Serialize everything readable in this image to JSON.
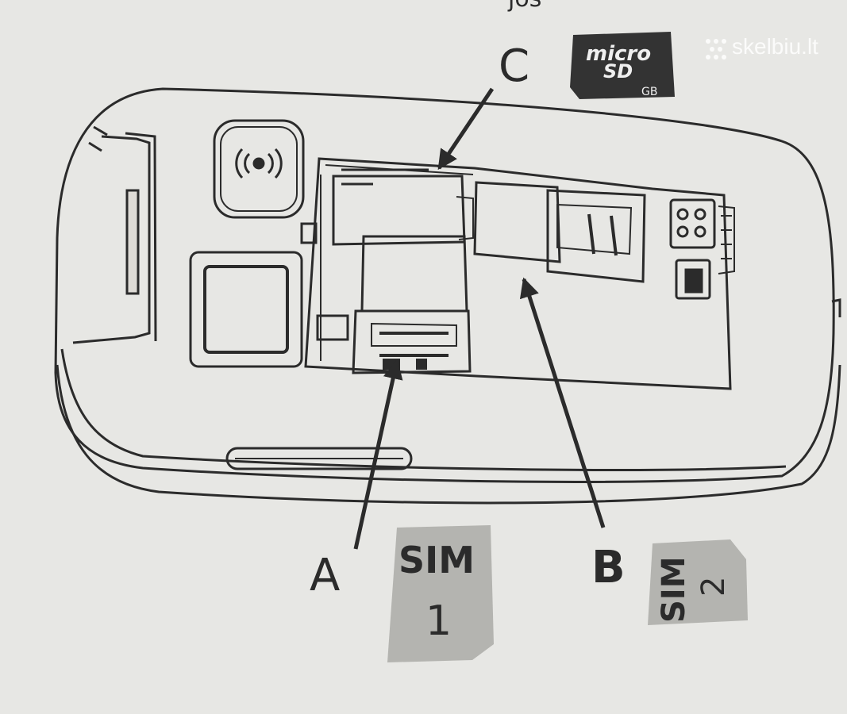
{
  "watermark": "skelbiu.lt",
  "top_fragment": "jos",
  "labels": {
    "a": "A",
    "b": "B",
    "c": "C"
  },
  "microsd": {
    "line1": "micro",
    "line2": "SD",
    "capacity": "GB"
  },
  "sim1": {
    "line1": "SIM",
    "line2": "1"
  },
  "sim2": {
    "line1": "SIM",
    "line2": "2"
  },
  "colors": {
    "paper": "#e7e7e4",
    "ink": "#2b2b2b",
    "card_fill": "#b4b4b0",
    "sd_fill": "#333333"
  }
}
